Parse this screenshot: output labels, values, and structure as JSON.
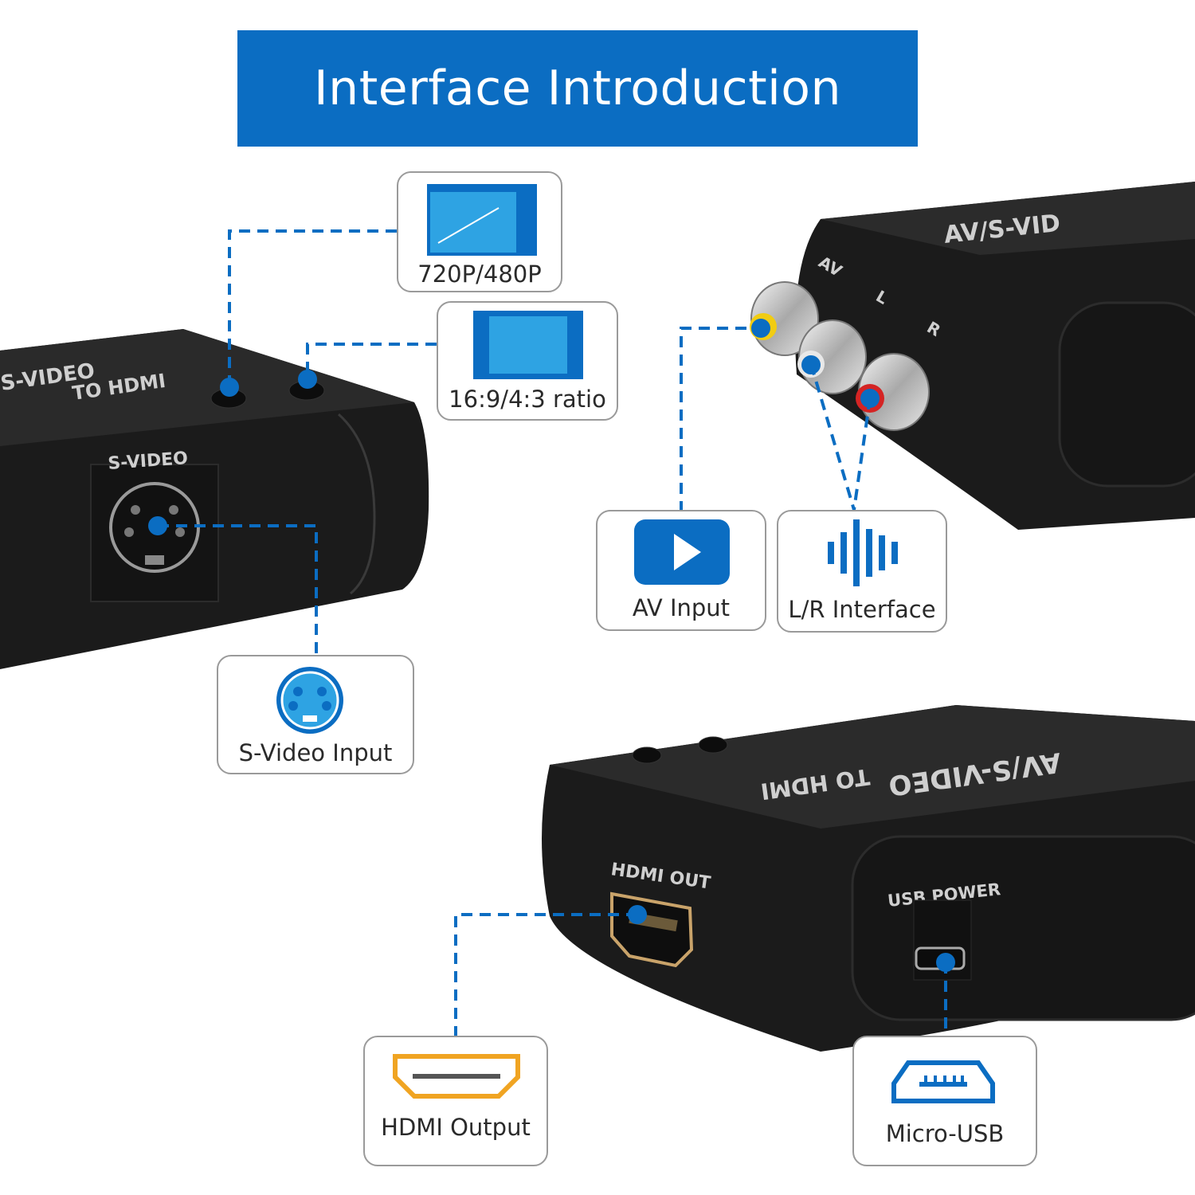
{
  "banner": {
    "title": "Interface Introduction"
  },
  "cards": {
    "resolution": "720P/480P",
    "ratio": "16:9/4:3 ratio",
    "av_input": "AV Input",
    "lr_interface": "L/R Interface",
    "svideo_input": "S-Video Input",
    "hdmi_output": "HDMI Output",
    "micro_usb": "Micro-USB"
  },
  "device_labels": {
    "left_brand": "S-VIDEO",
    "left_brand_sub": "TO HDMI",
    "left_port": "S-VIDEO",
    "right_brand": "AV/S-VID",
    "right_port_av": "AV",
    "right_port_l": "L",
    "right_port_r": "R",
    "bottom_brand": "AV/S-VIDEO",
    "bottom_brand_sub": "TO HDMI",
    "bottom_hdmi": "HDMI OUT",
    "bottom_usb": "USB POWER"
  },
  "icons": [
    "monitor-icon",
    "aspect-ratio-icon",
    "play-icon",
    "audio-wave-icon",
    "svideo-connector-icon",
    "hdmi-connector-icon",
    "micro-usb-icon"
  ],
  "colors": {
    "accent": "#0b6dc2",
    "icon_light": "#2ea3e3",
    "hdmi_icon": "#f0a422",
    "device": "#1a1a1a"
  }
}
